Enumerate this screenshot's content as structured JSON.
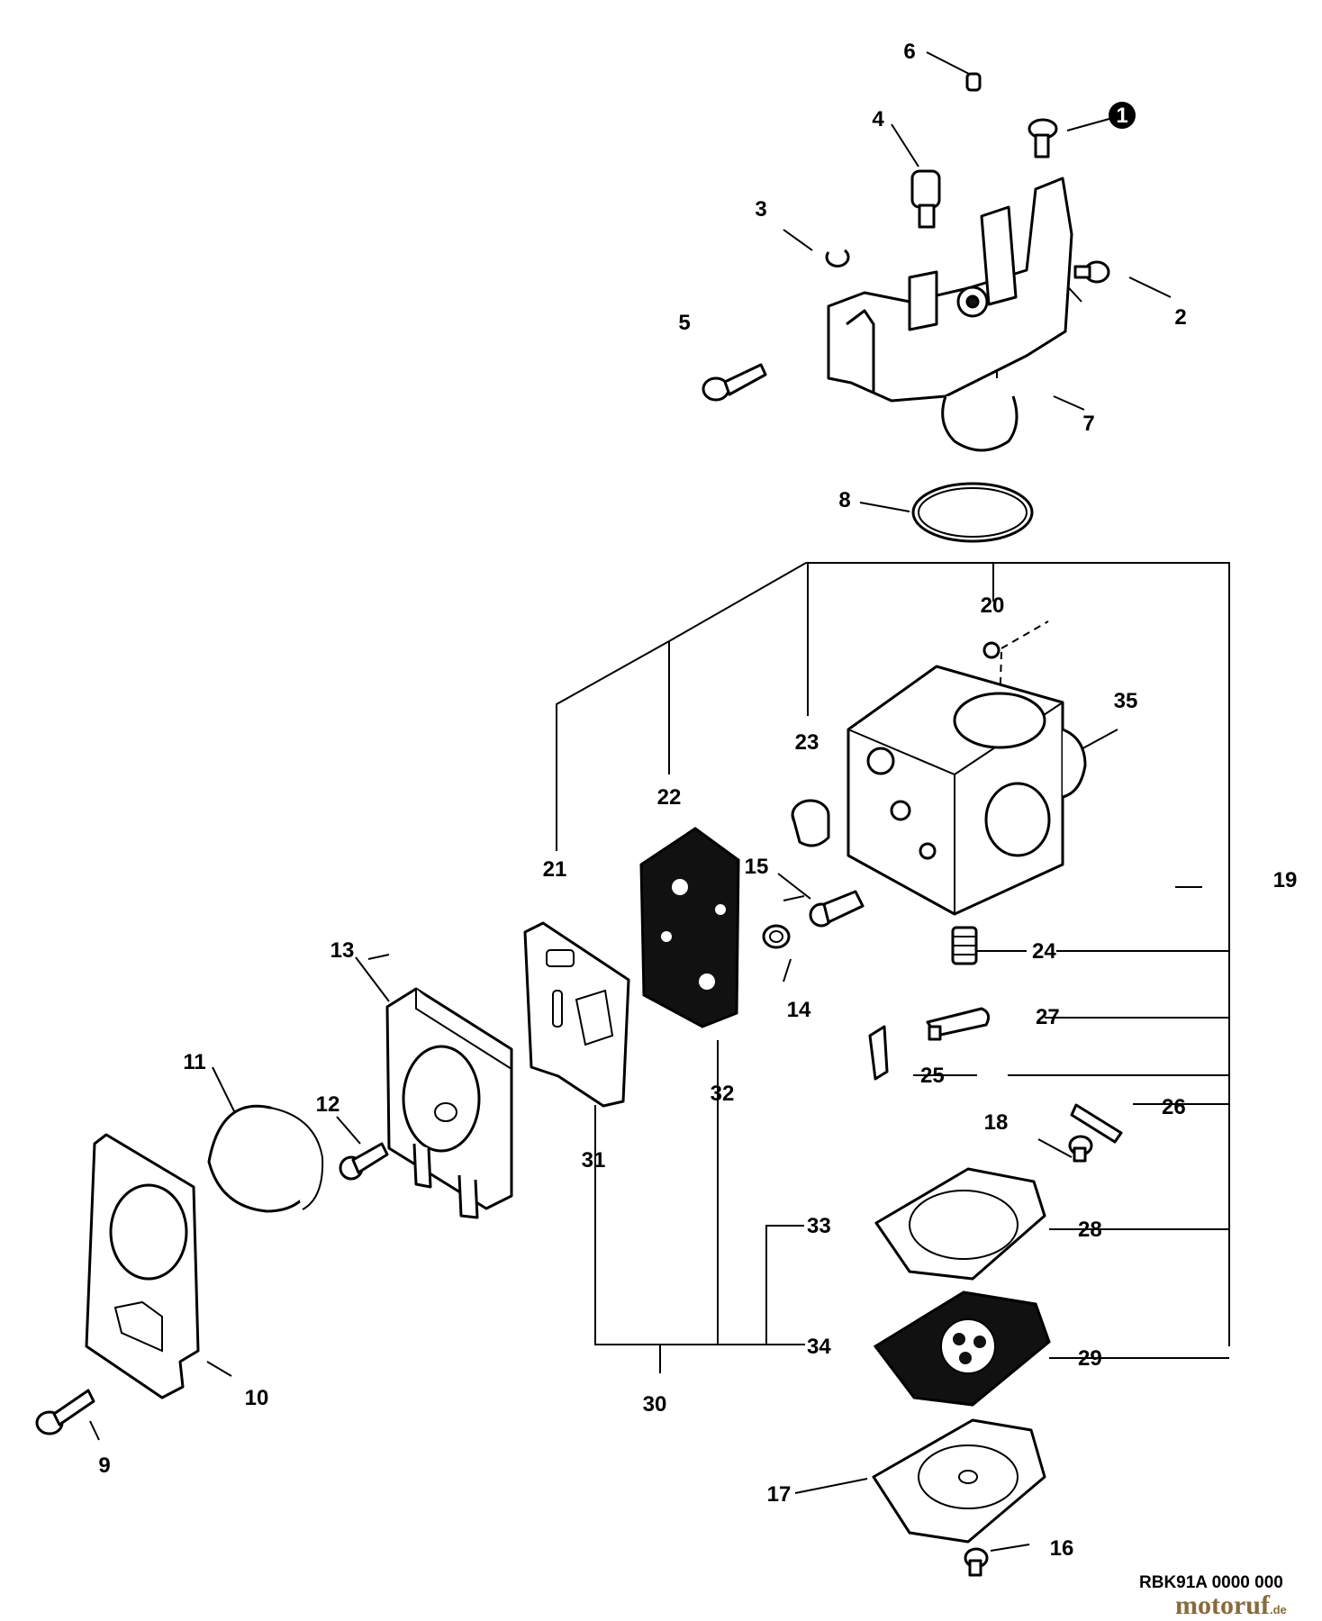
{
  "diagram": {
    "callouts": [
      "1",
      "2",
      "3",
      "4",
      "5",
      "6",
      "7",
      "8",
      "9",
      "10",
      "11",
      "12",
      "13",
      "14",
      "15",
      "16",
      "17",
      "18",
      "19",
      "20",
      "21",
      "22",
      "23",
      "24",
      "25",
      "26",
      "27",
      "28",
      "29",
      "30",
      "31",
      "32",
      "33",
      "34",
      "35"
    ],
    "reference_code": "RBK91A 0000 000",
    "watermark": "motoruf",
    "watermark_suffix": ".de"
  }
}
